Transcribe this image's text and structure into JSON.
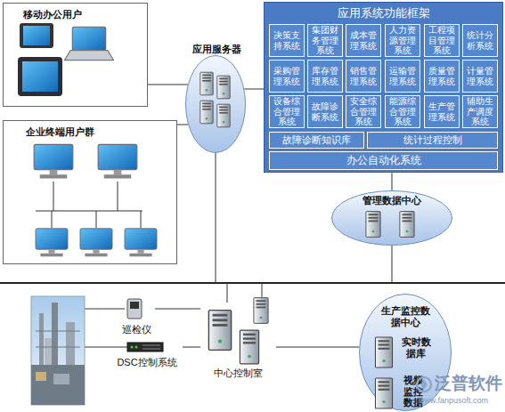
{
  "diagram": {
    "nodes": [
      {
        "text": [
          "移动办公用户"
        ]
      },
      {
        "text": [
          "企业终端用户群"
        ]
      },
      {
        "text": [
          "应用服务器"
        ]
      },
      {
        "text": [
          "应用系统功能框架"
        ]
      },
      {
        "text": [
          "决策支持系统"
        ],
        "in": 3
      },
      {
        "text": [
          "集团财务管理系统"
        ],
        "in": 3
      },
      {
        "text": [
          "成本管理系统"
        ],
        "in": 3
      },
      {
        "text": [
          "人力资源管理系统"
        ],
        "in": 3
      },
      {
        "text": [
          "工程项目管理系统"
        ],
        "in": 3
      },
      {
        "text": [
          "统计分析系统"
        ],
        "in": 3
      },
      {
        "text": [
          "采购管理系统"
        ],
        "in": 3
      },
      {
        "text": [
          "库存管理系统"
        ],
        "in": 3
      },
      {
        "text": [
          "销售管理系统"
        ],
        "in": 3
      },
      {
        "text": [
          "运输管理系统"
        ],
        "in": 3
      },
      {
        "text": [
          "质量管理系统"
        ],
        "in": 3
      },
      {
        "text": [
          "计量管理系统"
        ],
        "in": 3
      },
      {
        "text": [
          "设备综合管理系统"
        ],
        "in": 3
      },
      {
        "text": [
          "故障诊断系统"
        ],
        "in": 3
      },
      {
        "text": [
          "安全综合管理系统"
        ],
        "in": 3
      },
      {
        "text": [
          "能源综合管理系统"
        ],
        "in": 3
      },
      {
        "text": [
          "生产管理系统"
        ],
        "in": 3
      },
      {
        "text": [
          "辅助生产调度系统"
        ],
        "in": 3
      },
      {
        "text": [
          "故障诊断知识库"
        ],
        "in": 3
      },
      {
        "text": [
          "统计过程控制"
        ],
        "in": 3
      },
      {
        "text": [
          "办公自动化系统"
        ],
        "in": 3
      },
      {
        "text": [
          "管理数据中心"
        ]
      },
      {
        "text": [
          "巡检仪"
        ]
      },
      {
        "text": [
          "DSC控制系统"
        ]
      },
      {
        "text": [
          "中心控制室"
        ]
      },
      {
        "text": [
          "生产监控数据中心",
          "实时数据库",
          "视频监控数据"
        ]
      }
    ],
    "edges": [
      {
        "from": 0,
        "to": 2,
        "arrow": "none"
      },
      {
        "from": 1,
        "to": 2,
        "arrow": "none"
      },
      {
        "from": 2,
        "to": 3,
        "arrow": "none"
      },
      {
        "from": 3,
        "to": 25,
        "arrow": "none"
      },
      {
        "from": 26,
        "to": 28,
        "arrow": "none"
      },
      {
        "from": 27,
        "to": 28,
        "arrow": "none"
      },
      {
        "from": 28,
        "to": 29,
        "arrow": "none"
      }
    ],
    "labels": [
      "泛普软件",
      "www.fanpusoft.com"
    ]
  }
}
